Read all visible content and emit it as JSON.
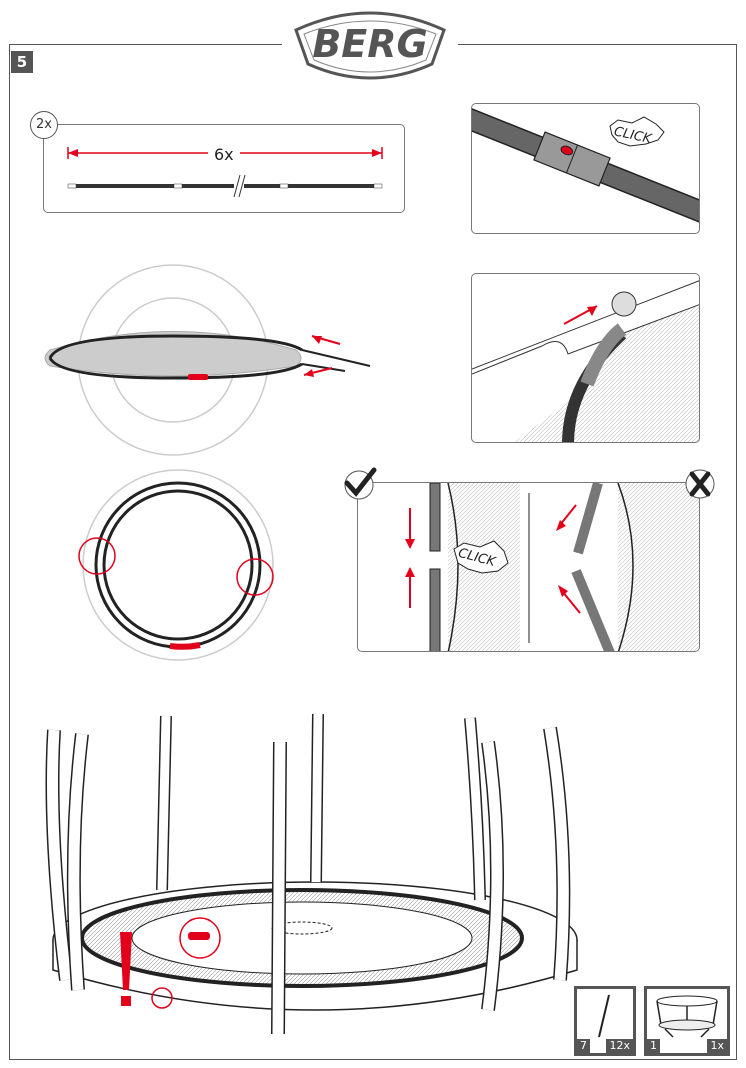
{
  "brand": {
    "name": "BERG"
  },
  "step": {
    "number": "5"
  },
  "rod_panel": {
    "quantity": "2x",
    "count_label": "6x"
  },
  "click_label": "CLICK",
  "parts": [
    {
      "left_label": "7",
      "right_label": "12x",
      "icon": "pole-icon"
    },
    {
      "left_label": "1",
      "right_label": "1x",
      "icon": "trampoline-icon"
    }
  ],
  "colors": {
    "accent": "#e3001b",
    "line": "#222222",
    "grey": "#808080",
    "frame": "#555555"
  }
}
